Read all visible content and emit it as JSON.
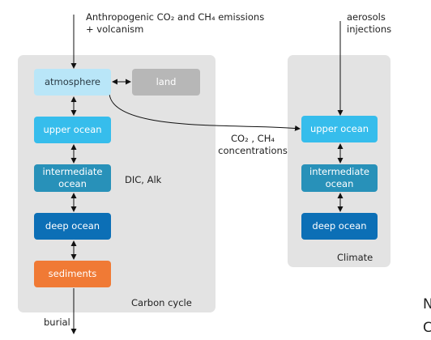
{
  "inputs": {
    "emissions": "Anthropogenic CO₂ and CH₄ emissions\n+ volcanism",
    "aerosols": "aerosols injections"
  },
  "carbon_cycle": {
    "title": "Carbon cycle",
    "boxes": {
      "atmosphere": "atmosphere",
      "land": "land",
      "upper_ocean": "upper ocean",
      "intermediate_ocean": "intermediate\nocean",
      "deep_ocean": "deep ocean",
      "sediments": "sediments"
    },
    "annotation": "DIC, Alk",
    "output": "burial"
  },
  "climate": {
    "title": "Climate",
    "boxes": {
      "upper_ocean": "upper ocean",
      "intermediate_ocean": "intermediate\nocean",
      "deep_ocean": "deep ocean"
    }
  },
  "link": {
    "label": "CO₂ , CH₄\nconcentrations"
  },
  "colors": {
    "panel": "#e3e3e3",
    "atmosphere": "#b9e6f8",
    "land": "#b7b7b7",
    "upper_ocean": "#36bdec",
    "intermediate_ocean": "#2891b9",
    "deep_ocean": "#0c6fb6",
    "sediments": "#f07a35"
  },
  "edge_text": "N\nC"
}
